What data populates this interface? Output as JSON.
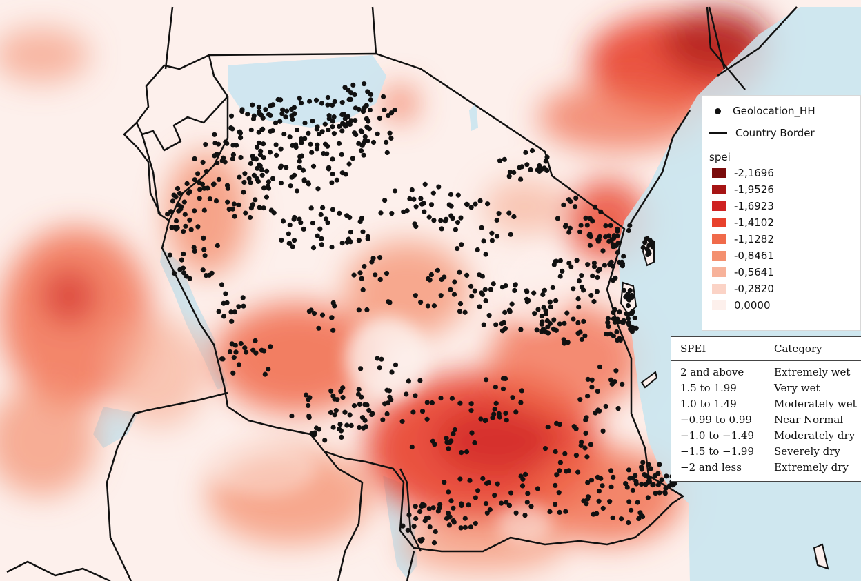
{
  "legend": {
    "points_label": "Geolocation_HH",
    "border_label": "Country Border",
    "raster_title": "spei",
    "classes": [
      {
        "label": "-2,1696",
        "color": "#7a0b0b"
      },
      {
        "label": "-1,9526",
        "color": "#a61414"
      },
      {
        "label": "-1,6923",
        "color": "#cf2222"
      },
      {
        "label": "-1,4102",
        "color": "#e8412c"
      },
      {
        "label": "-1,1282",
        "color": "#f06a4a"
      },
      {
        "label": "-0,8461",
        "color": "#f4906f"
      },
      {
        "label": "-0,5641",
        "color": "#f7b29a"
      },
      {
        "label": "-0,2820",
        "color": "#fbd3c6"
      },
      {
        "label": "0,0000",
        "color": "#fdf0ec"
      }
    ]
  },
  "spei_table": {
    "headers": [
      "SPEI",
      "Category"
    ],
    "rows": [
      [
        "2 and above",
        "Extremely wet"
      ],
      [
        "1.5 to 1.99",
        "Very wet"
      ],
      [
        "1.0 to 1.49",
        "Moderately wet"
      ],
      [
        "−0.99 to 0.99",
        "Near Normal"
      ],
      [
        "−1.0 to −1.49",
        "Moderately dry"
      ],
      [
        "−1.5 to −1.99",
        "Severely dry"
      ],
      [
        "−2 and less",
        "Extremely dry"
      ]
    ]
  },
  "colors": {
    "water": "#cfe6ef",
    "land_base": "#fdf0ec",
    "border": "#111111",
    "point": "#111111"
  }
}
